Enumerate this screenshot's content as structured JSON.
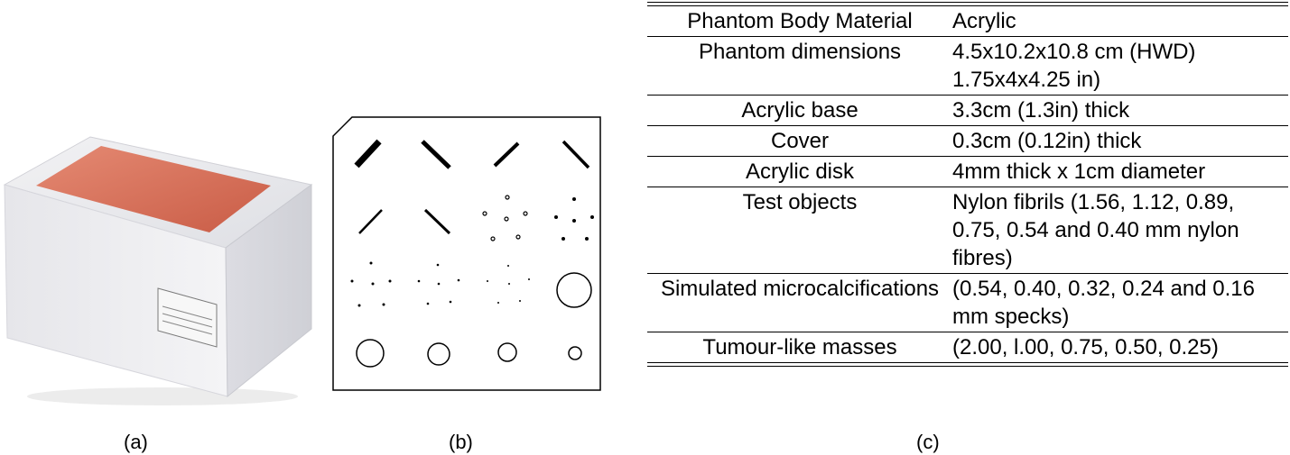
{
  "captions": {
    "a": "(a)",
    "b": "(b)",
    "c": "(c)"
  },
  "phantom_photo": {
    "label_color": "#c9654f"
  },
  "table": {
    "rows": [
      {
        "property": "Phantom Body Material",
        "value": "Acrylic"
      },
      {
        "property": "Phantom dimensions",
        "value": "4.5x10.2x10.8 cm (HWD) 1.75x4x4.25 in)"
      },
      {
        "property": "Acrylic base",
        "value": "3.3cm (1.3in) thick"
      },
      {
        "property": "Cover",
        "value": "0.3cm (0.12in) thick"
      },
      {
        "property": "Acrylic disk",
        "value": "4mm thick x 1cm diameter"
      },
      {
        "property": "Test objects",
        "value": "Nylon fibrils (1.56, 1.12, 0.89, 0.75, 0.54 and 0.40 mm nylon fibres)"
      },
      {
        "property": "Simulated microcalcifications",
        "value": "(0.54, 0.40, 0.32, 0.24 and 0.16 mm specks)"
      },
      {
        "property": "Tumour-like masses",
        "value": "(2.00, l.00, 0.75, 0.50, 0.25)"
      }
    ]
  }
}
